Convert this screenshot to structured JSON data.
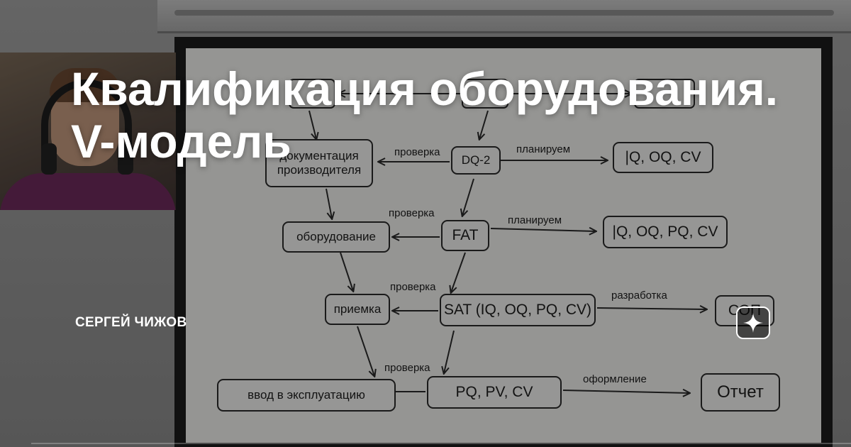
{
  "article": {
    "title_line1": "Квалификация оборудования.",
    "title_line2": "V-модель",
    "author": "СЕРГЕЙ ЧИЖОВ"
  },
  "diagram": {
    "nodes": {
      "docs": "документация производителя",
      "dq2": "DQ-2",
      "plan1": "|Q, OQ, CV",
      "equipment": "оборудование",
      "fat": "FAT",
      "plan2": "|Q, OQ, PQ, CV",
      "acceptance": "приемка",
      "sat": "SAT (IQ, OQ, PQ, CV)",
      "sop": "СОП",
      "commissioning": "ввод в эксплуатацию",
      "pq": "PQ, PV, CV",
      "report": "Отчет"
    },
    "edges": {
      "check1": "проверка",
      "plan1": "планируем",
      "check2": "проверка",
      "plan2": "планируем",
      "check3": "проверка",
      "develop": "разработка",
      "check4": "проверка",
      "document": "оформление"
    }
  },
  "icons": {
    "badge": "sparkle-icon",
    "presenter": "webcam-presenter"
  },
  "colors": {
    "overlay_text": "#ffffff",
    "diagram_ink": "#202020",
    "board": "#f0f0ee"
  }
}
